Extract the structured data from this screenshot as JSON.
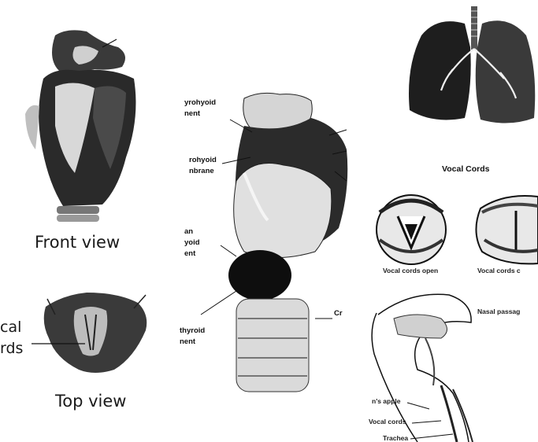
{
  "front_view": {
    "caption": "Front view"
  },
  "top_view": {
    "caption": "Top view",
    "vocal_label_line1": "cal",
    "vocal_label_line2": "rds"
  },
  "larynx_detail": {
    "labels": [
      {
        "line1": "yrohyoid",
        "line2": "nent"
      },
      {
        "line1": "rohyoid",
        "line2": "nbrane"
      },
      {
        "line1": "an",
        "line2": "yoid",
        "line3": "ent"
      },
      {
        "line1": "thyroid",
        "line2": "nent"
      },
      {
        "line1": "Cr"
      }
    ]
  },
  "vocal_cords_panel": {
    "title": "Vocal Cords",
    "open_caption": "Vocal cords open",
    "closed_caption": "Vocal cords c",
    "nasal_caption": "Nasal passag"
  },
  "sagittal_panel": {
    "adams_apple": "n's apple",
    "vocal_cords": "Vocal cords",
    "trachea": "Trachea"
  },
  "colors": {
    "ink": "#111111",
    "paper": "#ffffff",
    "grey": "#8a8a8a"
  }
}
